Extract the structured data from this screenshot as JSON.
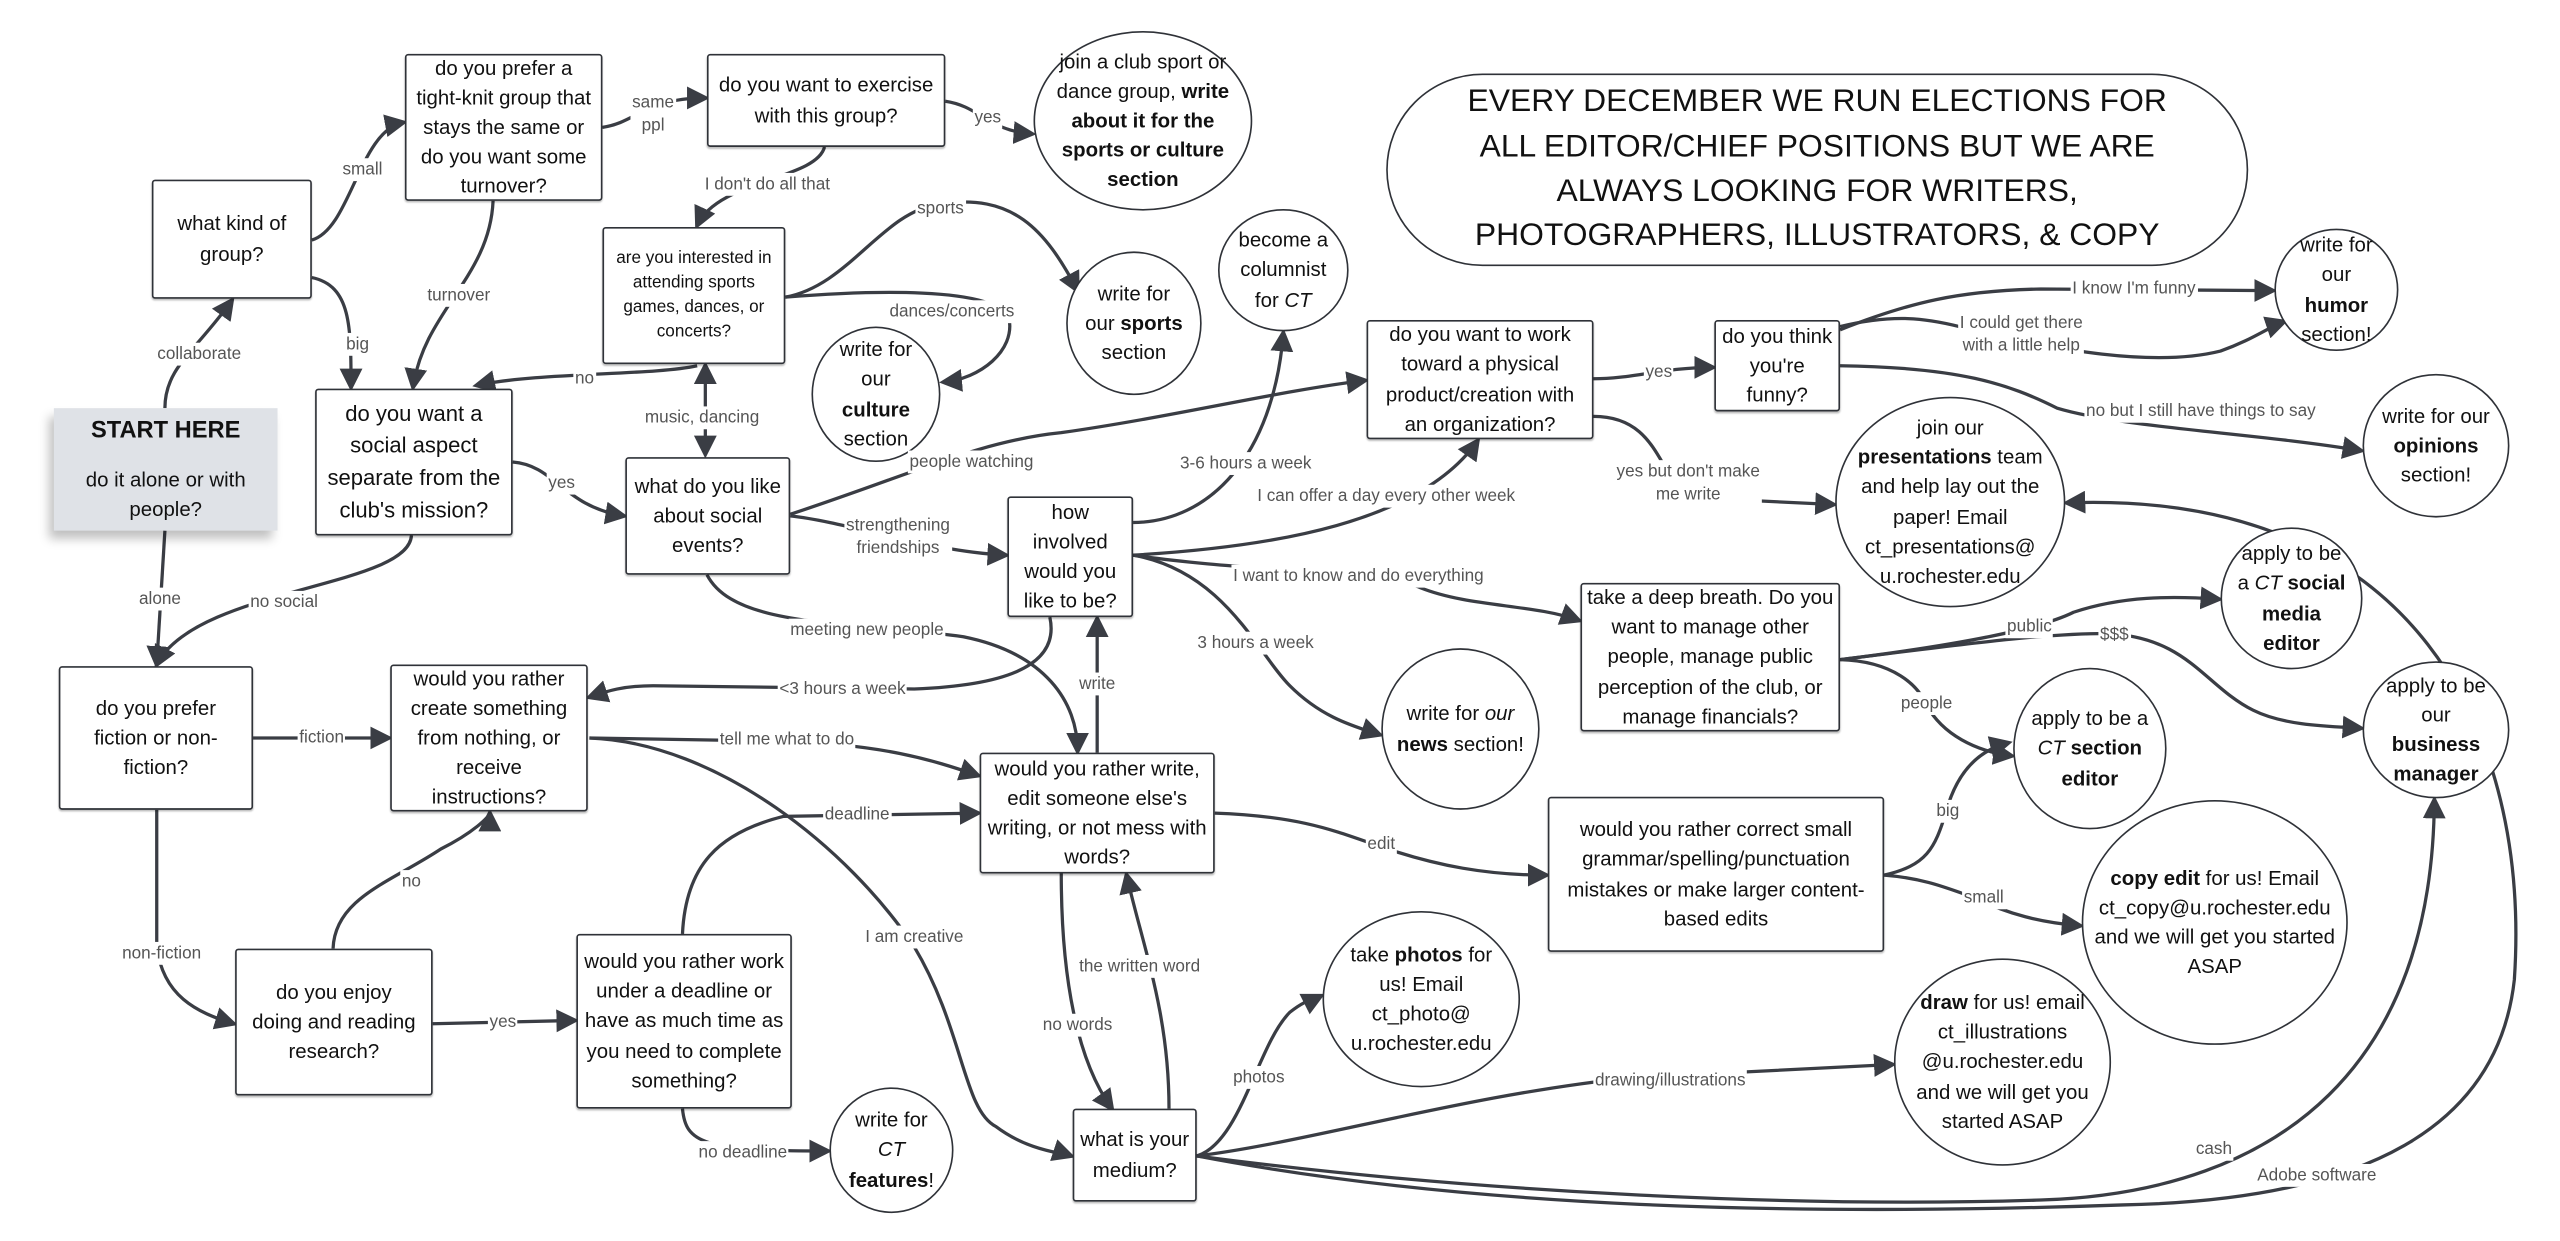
{
  "banner": {
    "text": "EVERY DECEMBER WE RUN ELECTIONS FOR ALL EDITOR/CHIEF POSITIONS BUT WE ARE ALWAYS LOOKING FOR WRITERS, PHOTOGRAPHERS, ILLUSTRATORS, & COPY"
  },
  "start": {
    "title": "START HERE",
    "question": "do it alone or with people?"
  },
  "nodes": {
    "what_kind_group": "what kind of group?",
    "tight_knit": "do you prefer a tight-knit group that stays the same or do you want some turnover?",
    "exercise": "do you want to exercise with this group?",
    "join_club": {
      "pre": "join a club sport or dance group, ",
      "bold": "write about it for the  sports or culture section"
    },
    "sports_interest": "are you interested in attending sports games, dances, or concerts?",
    "write_sports": {
      "pre": "write for our ",
      "bold": "sports",
      "post": " section"
    },
    "write_culture": {
      "pre": "write for our ",
      "bold": "culture",
      "post": " section"
    },
    "columnist": {
      "pre": "become a columnist for ",
      "italic": "CT"
    },
    "social_aspect": "do you want a social aspect separate from the club's mission?",
    "what_like": "what do you like about social events?",
    "how_involved": "how involved would you like to be?",
    "physical_product": "do you want to work toward a physical product/creation with an organization?",
    "funny": "do you think you're funny?",
    "humor": {
      "pre": "write for our ",
      "bold": "humor",
      "post": " section!"
    },
    "opinions": {
      "pre": "write for our ",
      "bold": "opinions",
      "post": " section!"
    },
    "presentations": {
      "pre": "join our ",
      "bold": "presentations",
      "post": " team and help lay out the paper! Email ct_presentations@ u.rochester.edu"
    },
    "deep_breath": "take a deep breath. Do you want to manage other people, manage public perception of the club, or manage financials?",
    "social_media": {
      "pre": "apply to be a ",
      "italic": "CT",
      "bold": "social media editor"
    },
    "business": {
      "pre": "apply to be our ",
      "bold": "business manager"
    },
    "section_editor": {
      "pre": "apply to be a ",
      "italic": "CT",
      "bold": "section editor"
    },
    "news": {
      "pre": "write for ",
      "italic": "our",
      "bold": "news",
      "post": " section!"
    },
    "copy_edit": {
      "bold": "copy edit",
      "post": " for us! Email ct_copy@u.rochester.edu and we will get you started ASAP"
    },
    "correct_small": "would you rather correct small grammar/spelling/punctuation mistakes or make larger content-based edits",
    "draw": {
      "bold": "draw",
      "post": " for us! email ct_illustrations @u.rochester.edu and we will get you started ASAP"
    },
    "photos": {
      "pre": "take ",
      "bold": "photos",
      "post": " for us! Email ct_photo@ u.rochester.edu"
    },
    "medium": "what is your medium?",
    "write_edit": "would you rather write, edit someone else's writing, or not mess with words?",
    "fiction": "do you prefer fiction or non-fiction?",
    "create": "would you rather create something from nothing, or receive instructions?",
    "research": "do you enjoy doing and reading research?",
    "deadline": "would you rather work under a deadline or have as much time as you need to complete something?",
    "features": {
      "pre": "write for ",
      "italic": "CT",
      "bold": "features",
      "post": "!"
    }
  },
  "edges": [
    {
      "label": "collaborate"
    },
    {
      "label": "small"
    },
    {
      "label": "big"
    },
    {
      "label": "same\nppl"
    },
    {
      "label": "yes"
    },
    {
      "label": "I don't do all that"
    },
    {
      "label": "turnover"
    },
    {
      "label": "sports"
    },
    {
      "label": "dances/concerts"
    },
    {
      "label": "no"
    },
    {
      "label": "music, dancing"
    },
    {
      "label": "yes"
    },
    {
      "label": "no social"
    },
    {
      "label": "alone"
    },
    {
      "label": "people watching"
    },
    {
      "label": "strengthening\nfriendships"
    },
    {
      "label": "meeting new people"
    },
    {
      "label": "3-6 hours a week"
    },
    {
      "label": "I can offer a day every other week"
    },
    {
      "label": "I want to know and do everything"
    },
    {
      "label": "3 hours a week"
    },
    {
      "label": "<3 hours a week"
    },
    {
      "label": "write"
    },
    {
      "label": "fiction"
    },
    {
      "label": "tell me what to do"
    },
    {
      "label": "I am creative"
    },
    {
      "label": "non-fiction"
    },
    {
      "label": "no"
    },
    {
      "label": "yes"
    },
    {
      "label": "deadline"
    },
    {
      "label": "no deadline"
    },
    {
      "label": "no words"
    },
    {
      "label": "the written word"
    },
    {
      "label": "edit"
    },
    {
      "label": "photos"
    },
    {
      "label": "drawing/illustrations"
    },
    {
      "label": "cash"
    },
    {
      "label": "Adobe software"
    },
    {
      "label": "yes"
    },
    {
      "label": "yes but don't make\nme write"
    },
    {
      "label": "I know I'm funny"
    },
    {
      "label": "I could get there\nwith a little help"
    },
    {
      "label": "no but I still have things to say"
    },
    {
      "label": "public"
    },
    {
      "label": "$$$"
    },
    {
      "label": "people"
    },
    {
      "label": "big"
    },
    {
      "label": "small"
    }
  ],
  "colors": {
    "stroke": "#3a3d44",
    "sticky": "#dfe2e7",
    "label": "#555555"
  }
}
